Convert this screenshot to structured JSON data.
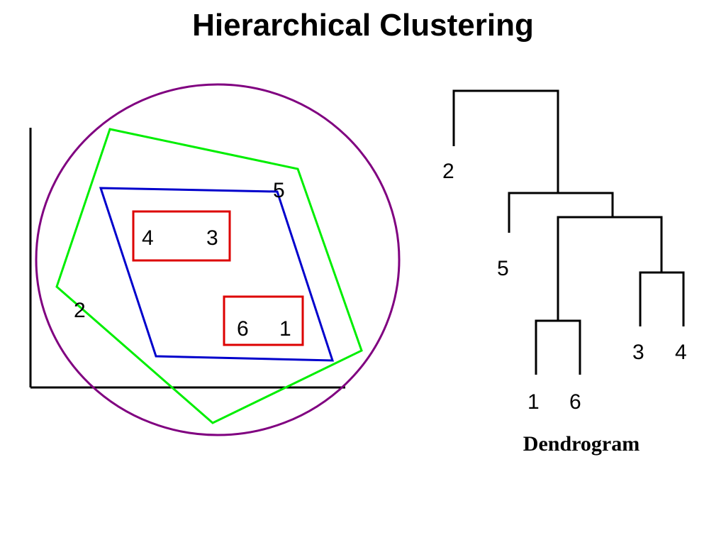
{
  "title": "Hierarchical Clustering",
  "colors": {
    "outer_cluster": "#800080",
    "green_cluster": "#00ee00",
    "blue_cluster": "#0000cc",
    "red_cluster": "#dd0000",
    "axes": "#000000",
    "dendrogram": "#000000"
  },
  "scatter": {
    "points": [
      {
        "id": "4",
        "label": "4"
      },
      {
        "id": "3",
        "label": "3"
      },
      {
        "id": "5",
        "label": "5"
      },
      {
        "id": "2",
        "label": "2"
      },
      {
        "id": "6",
        "label": "6"
      },
      {
        "id": "1",
        "label": "1"
      }
    ]
  },
  "dendrogram": {
    "caption": "Dendrogram",
    "leaves": [
      {
        "id": "2",
        "label": "2"
      },
      {
        "id": "5",
        "label": "5"
      },
      {
        "id": "1",
        "label": "1"
      },
      {
        "id": "6",
        "label": "6"
      },
      {
        "id": "3",
        "label": "3"
      },
      {
        "id": "4",
        "label": "4"
      }
    ],
    "merge_order": [
      [
        "1",
        "6"
      ],
      [
        "3",
        "4"
      ],
      [
        "1-6",
        "3-4"
      ],
      [
        "5",
        "1-6-3-4"
      ],
      [
        "2",
        "5-1-6-3-4"
      ]
    ]
  }
}
